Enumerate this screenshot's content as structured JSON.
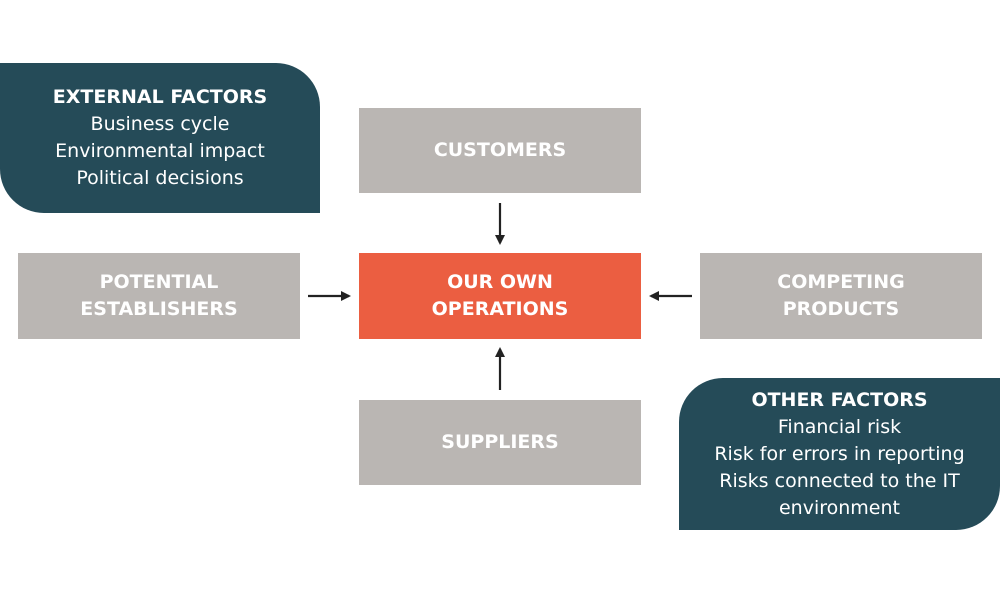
{
  "external_factors": {
    "title": "EXTERNAL FACTORS",
    "items": [
      "Business cycle",
      "Environmental impact",
      "Political decisions"
    ]
  },
  "customers": {
    "label": "CUSTOMERS"
  },
  "potential_establishers": {
    "line1": "POTENTIAL",
    "line2": "ESTABLISHERS"
  },
  "own_operations": {
    "line1": "OUR OWN",
    "line2": "OPERATIONS"
  },
  "competing_products": {
    "line1": "COMPETING",
    "line2": "PRODUCTS"
  },
  "suppliers": {
    "label": "SUPPLIERS"
  },
  "other_factors": {
    "title": "OTHER FACTORS",
    "items": [
      "Financial risk",
      "Risk for errors in reporting",
      "Risks connected to the IT",
      "environment"
    ]
  },
  "colors": {
    "gray_box": "#bab6b3",
    "center_box": "#eb5e41",
    "teal_box": "#254b58",
    "arrow": "#222222"
  }
}
